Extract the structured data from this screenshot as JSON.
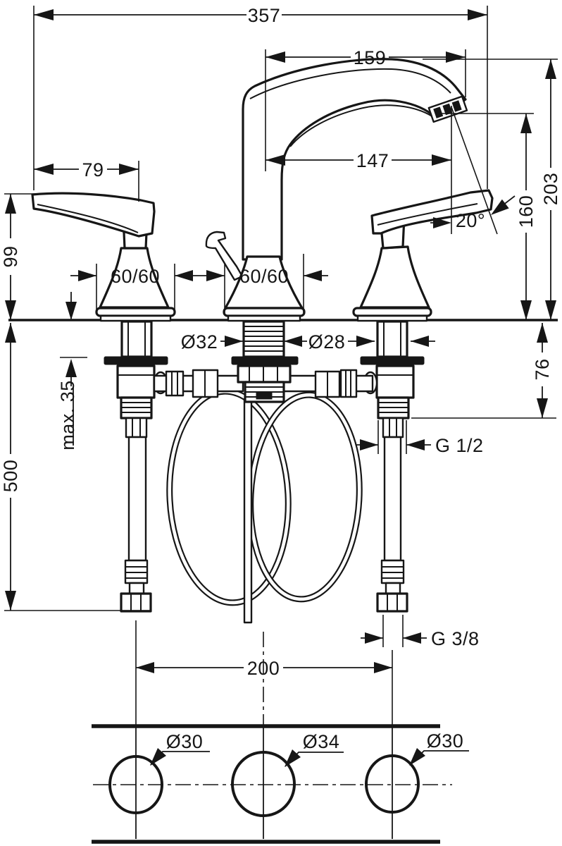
{
  "drawing": {
    "title": "3-hole basin mixer installation dimension drawing",
    "labels": {
      "overall_width": "357",
      "spout_tip_reach": "159",
      "aerator_reach": "147",
      "handle_length": "79",
      "total_height": "203",
      "outlet_height": "160",
      "handle_angle": "20°",
      "handle_height": "99",
      "escutcheon_handle": "60/60",
      "escutcheon_spout": "60/60",
      "spout_shank_dia": "Ø32",
      "valve_shank_dia": "Ø28",
      "shank_length": "76",
      "deck_thickness": "max. 35",
      "valve_thread": "G 1/2",
      "hose_length": "500",
      "supply_thread": "G 3/8",
      "hole_spacing": "200",
      "hole_left_dia": "Ø30",
      "hole_center_dia": "Ø34",
      "hole_right_dia": "Ø30"
    }
  }
}
